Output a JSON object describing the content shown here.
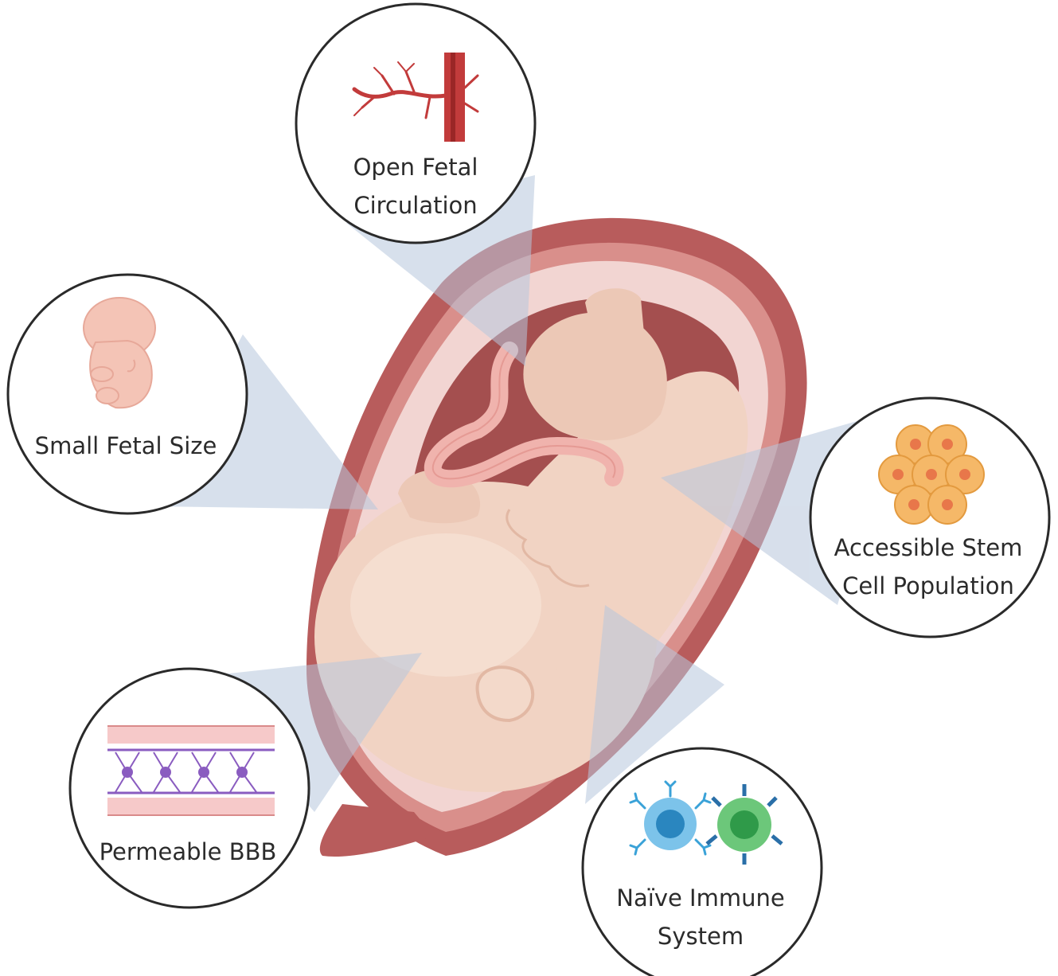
{
  "features": {
    "circulation": {
      "line1": "Open Fetal",
      "line2": "Circulation",
      "icon": "branching-blood-vessel-icon"
    },
    "size": {
      "line1": "Small Fetal Size",
      "icon": "embryo-icon"
    },
    "stem_cells": {
      "line1": "Accessible Stem",
      "line2": "Cell Population",
      "icon": "stem-cell-cluster-icon"
    },
    "bbb": {
      "line1": "Permeable BBB",
      "icon": "blood-brain-barrier-icon"
    },
    "immune": {
      "line1": "Naïve Immune",
      "line2": "System",
      "icon": "immune-cells-icon"
    }
  },
  "colors": {
    "uterus_wall": "#b85c5c",
    "uterus_inner": "#d98f8b",
    "amniotic": "#f2d5d2",
    "fetus_skin": "#f1d3c3",
    "cord": "#f0b3ad",
    "callout_beam": "#b7c6dc",
    "circle_stroke": "#2a2a2a",
    "stem_cell": "#f5b868",
    "stem_nucleus": "#e8774a",
    "bbb_purple": "#8a5cc0",
    "bbb_vessel": "#f6c9c9",
    "immune_blue": "#3aa2d8",
    "immune_green": "#4bb55b",
    "vessel_red": "#c23b3b"
  }
}
